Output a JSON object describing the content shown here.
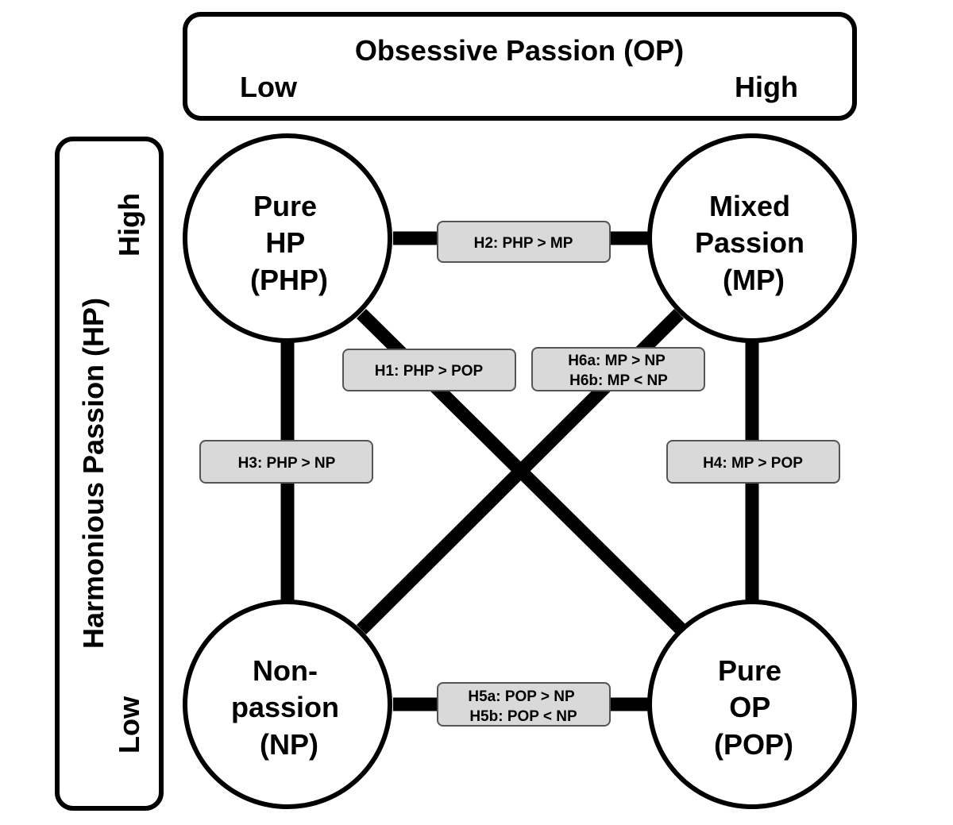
{
  "op_axis": {
    "title": "Obsessive Passion (OP)",
    "low": "Low",
    "high": "High"
  },
  "hp_axis": {
    "title": "Harmonious Passion (HP)",
    "low": "Low",
    "high": "High"
  },
  "nodes": {
    "php": [
      "Pure",
      "HP",
      "(PHP)"
    ],
    "mp": [
      "Mixed",
      "Passion",
      "(MP)"
    ],
    "np": [
      "Non-",
      "passion",
      "(NP)"
    ],
    "pop": [
      "Pure",
      "OP",
      "(POP)"
    ]
  },
  "hypotheses": {
    "h1": [
      "H1: PHP > POP"
    ],
    "h2": [
      "H2: PHP > MP"
    ],
    "h3": [
      "H3: PHP > NP"
    ],
    "h4": [
      "H4: MP > POP"
    ],
    "h5": [
      "H5a: POP > NP",
      "H5b: POP < NP"
    ],
    "h6": [
      "H6a: MP > NP",
      "H6b: MP < NP"
    ]
  },
  "colors": {
    "stroke": "#000000",
    "label_fill": "#d9d9d9",
    "label_stroke": "#555555",
    "background": "#ffffff"
  }
}
